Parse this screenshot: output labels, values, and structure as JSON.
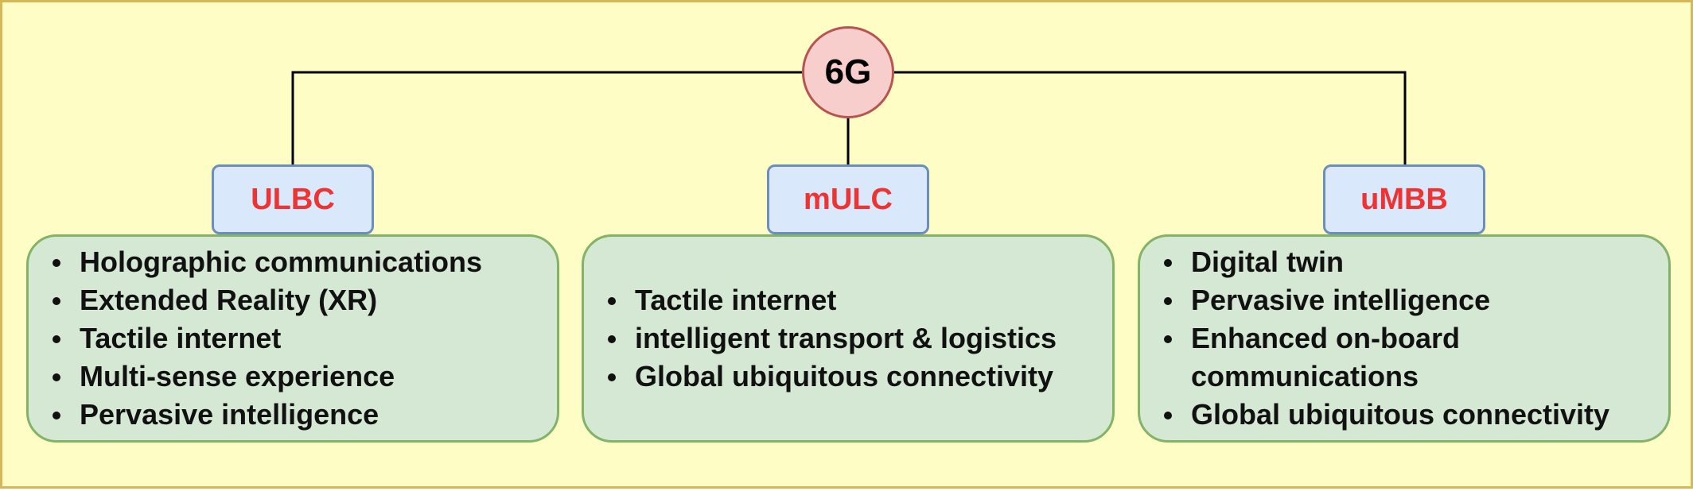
{
  "root": {
    "label": "6G"
  },
  "branches": [
    {
      "label": "ULBC",
      "items": [
        "Holographic communications",
        "Extended Reality (XR)",
        "Tactile internet",
        "Multi-sense experience",
        "Pervasive intelligence"
      ]
    },
    {
      "label": "mULC",
      "items": [
        "Tactile internet",
        "intelligent transport & logistics",
        "Global ubiquitous connectivity"
      ]
    },
    {
      "label": "uMBB",
      "items": [
        "Digital twin",
        "Pervasive intelligence",
        "Enhanced on-board communications",
        "Global ubiquitous connectivity"
      ]
    }
  ],
  "colors": {
    "background": "#fffdc6",
    "root_fill": "#f8cecc",
    "root_border": "#b85450",
    "label_fill": "#dae8fc",
    "label_border": "#6c8ebf",
    "label_text": "#ee3333",
    "items_fill": "#d5e8d4",
    "items_border": "#82b366"
  }
}
